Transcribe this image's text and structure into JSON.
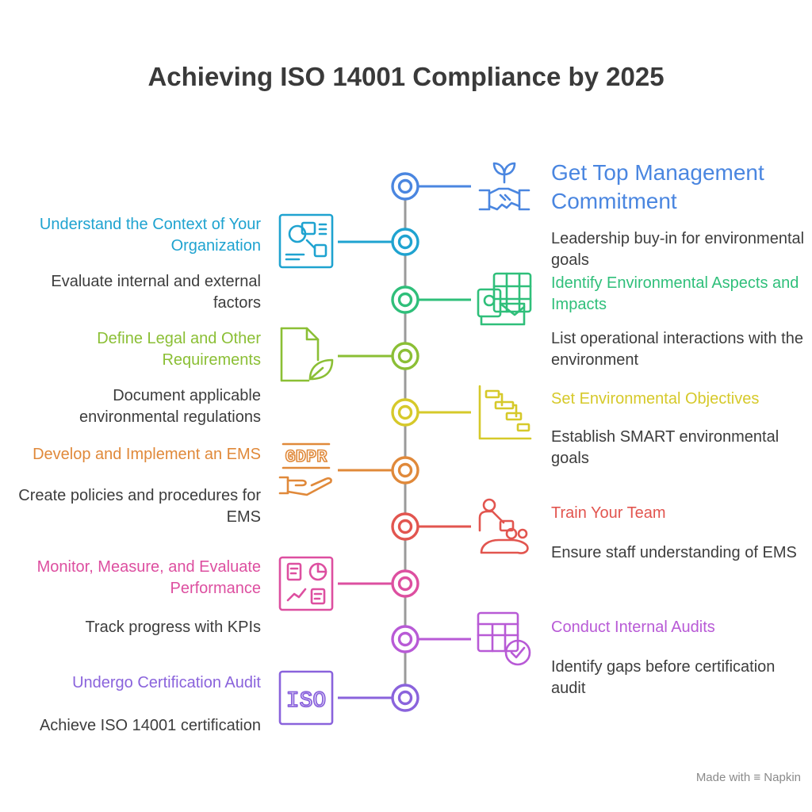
{
  "title": "Achieving ISO 14001 Compliance by 2025",
  "steps": [
    {
      "side": "right",
      "label": "Get Top Management Commitment",
      "desc": "Leadership buy-in for environmental goals",
      "color": "#4a86e0",
      "icon": "handshake-sprout-icon"
    },
    {
      "side": "left",
      "label": "Understand the Context of Your Organization",
      "desc": "Evaluate internal and external factors",
      "color": "#1fa3d0",
      "icon": "context-map-icon"
    },
    {
      "side": "right",
      "label": "Identify Environmental Aspects and Impacts",
      "desc": "List operational interactions with the environment",
      "color": "#2fbf7a",
      "icon": "spreadsheet-icon"
    },
    {
      "side": "left",
      "label": "Define Legal and Other Requirements",
      "desc": "Document applicable environmental regulations",
      "color": "#8bbf35",
      "icon": "document-leaf-icon"
    },
    {
      "side": "right",
      "label": "Set Environmental Objectives",
      "desc": "Establish SMART environmental goals",
      "color": "#d6c92a",
      "icon": "gantt-chart-icon"
    },
    {
      "side": "left",
      "label": "Develop and Implement an EMS",
      "desc": "Create policies and procedures for EMS",
      "color": "#e0893a",
      "icon": "gdpr-hand-icon"
    },
    {
      "side": "right",
      "label": "Train Your Team",
      "desc": "Ensure staff understanding of EMS",
      "color": "#e2554f",
      "icon": "training-people-icon"
    },
    {
      "side": "left",
      "label": "Monitor, Measure, and Evaluate Performance",
      "desc": "Track progress with KPIs",
      "color": "#dd4fa0",
      "icon": "dashboard-icon"
    },
    {
      "side": "right",
      "label": "Conduct Internal Audits",
      "desc": "Identify gaps before certification audit",
      "color": "#b85ad6",
      "icon": "audit-check-icon"
    },
    {
      "side": "left",
      "label": "Undergo Certification Audit",
      "desc": "Achieve ISO 14001 certification",
      "color": "#8a63dc",
      "icon": "iso-icon"
    }
  ],
  "footer": {
    "prefix": "Made with",
    "brand": "Napkin"
  },
  "timeline_color": "#9a9a9a"
}
